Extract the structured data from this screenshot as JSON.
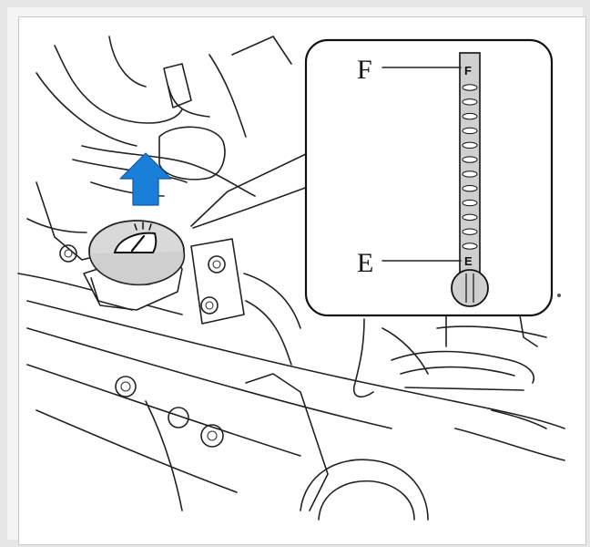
{
  "diagram": {
    "labels": {
      "full": "F",
      "empty": "E"
    },
    "gauge_marks": {
      "full": "F",
      "empty": "E"
    },
    "colors": {
      "arrow": "#1a7fd8",
      "line": "#222222",
      "cap_fill": "#d9d9d9",
      "gauge_fill": "#cfcfcf"
    },
    "icons": [
      "up-arrow-icon",
      "windshield-wiper-icon"
    ]
  }
}
